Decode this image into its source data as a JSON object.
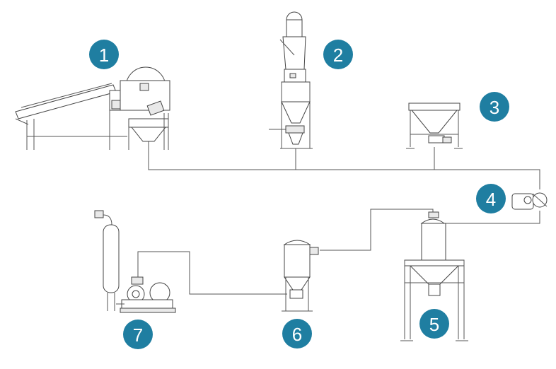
{
  "colors": {
    "badge": "#1f7ea1",
    "badge_text": "#ffffff",
    "line": "#555555",
    "background": "#ffffff"
  },
  "badges": [
    "1",
    "2",
    "3",
    "4",
    "5",
    "6",
    "7"
  ]
}
